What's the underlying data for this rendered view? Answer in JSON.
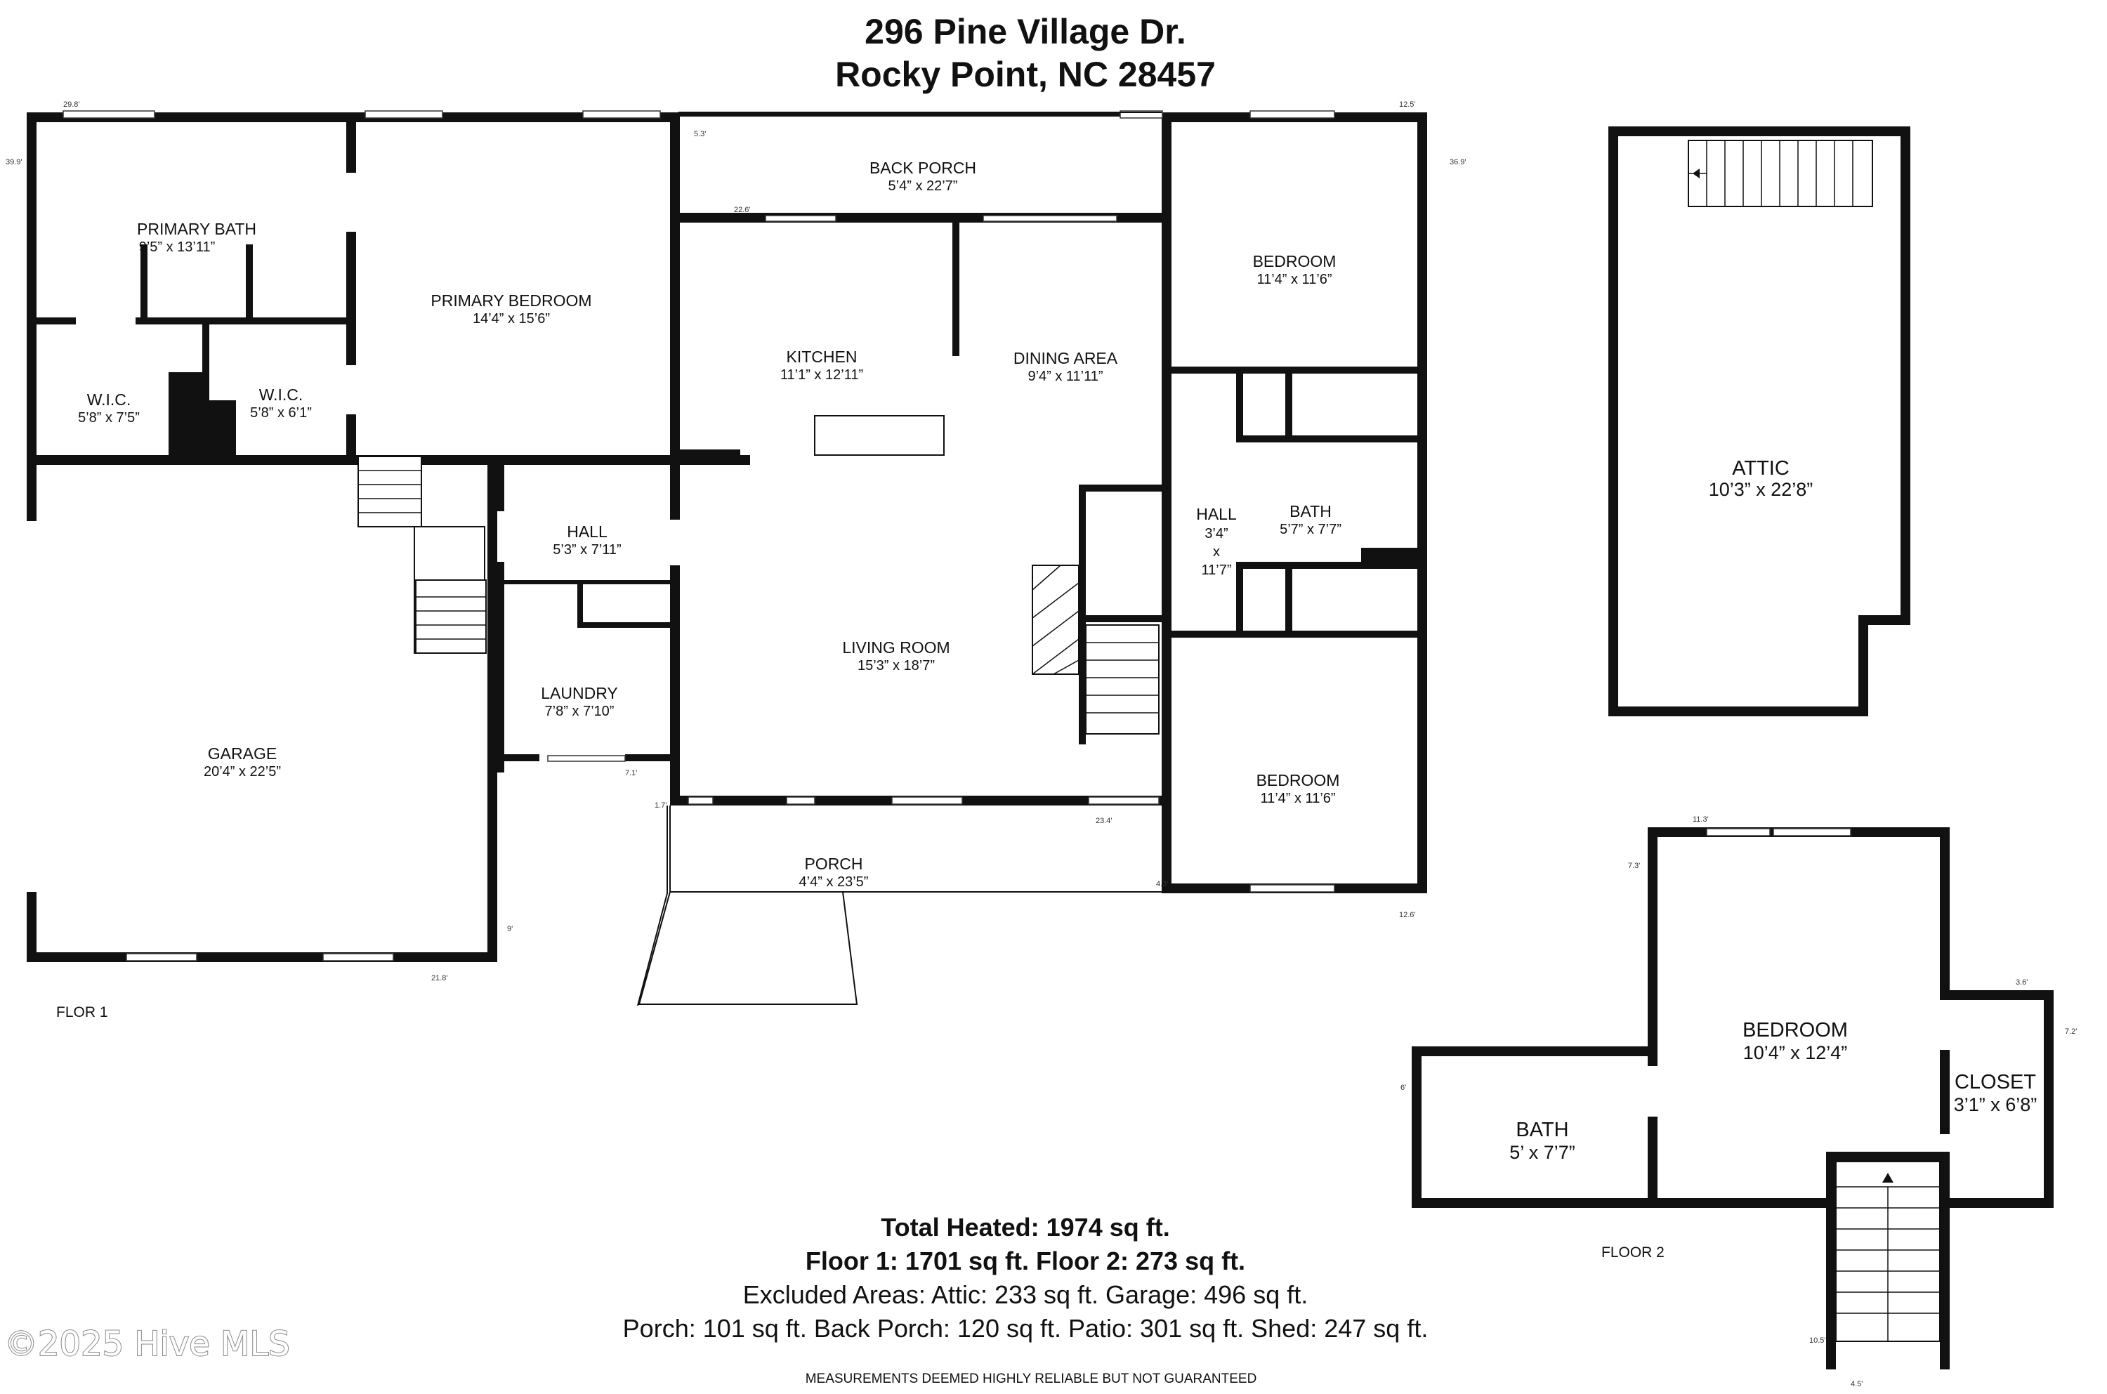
{
  "title": {
    "street": "296 Pine Village Dr.",
    "city": "Rocky Point, NC 28457"
  },
  "rooms": {
    "primary_bath": {
      "name": "PRIMARY BATH",
      "dim": "9’5” x 13’11”"
    },
    "primary_bedroom": {
      "name": "PRIMARY BEDROOM",
      "dim": "14’4” x 15’6”"
    },
    "back_porch": {
      "name": "BACK PORCH",
      "dim": "5’4” x 22’7”"
    },
    "bedroom_1": {
      "name": "BEDROOM",
      "dim": "11’4” x 11’6”"
    },
    "wic_1": {
      "name": "W.I.C.",
      "dim": "5’8” x 7’5”"
    },
    "wic_2": {
      "name": "W.I.C.",
      "dim": "5’8” x 6’1”"
    },
    "kitchen": {
      "name": "KITCHEN",
      "dim": "11’1” x 12’11”"
    },
    "dining_area": {
      "name": "DINING AREA",
      "dim": "9’4” x 11’11”"
    },
    "hall_1": {
      "name": "HALL",
      "dim": "5’3” x 7’11”"
    },
    "hall_2": {
      "name": "HALL",
      "dim_a": "3’4”",
      "dim_x": "x",
      "dim_b": "11’7”"
    },
    "bath_1": {
      "name": "BATH",
      "dim": "5’7” x 7’7”"
    },
    "living_room": {
      "name": "LIVING ROOM",
      "dim": "15’3” x 18’7”"
    },
    "laundry": {
      "name": "LAUNDRY",
      "dim": "7’8” x 7’10”"
    },
    "garage": {
      "name": "GARAGE",
      "dim": "20’4” x 22’5”"
    },
    "bedroom_2": {
      "name": "BEDROOM",
      "dim": "11’4” x 11’6”"
    },
    "porch": {
      "name": "PORCH",
      "dim": "4’4” x 23’5”"
    },
    "attic": {
      "name": "ATTIC",
      "dim": "10’3” x 22’8”"
    },
    "bedroom_up": {
      "name": "BEDROOM",
      "dim": "10’4” x 12’4”"
    },
    "closet": {
      "name": "CLOSET",
      "dim": "3’1” x 6’8”"
    },
    "bath_up": {
      "name": "BATH",
      "dim": "5’ x 7’7”"
    }
  },
  "measures": {
    "m1": "29.8'",
    "m2": "39.9'",
    "m3": "5.3'",
    "m4": "22.6'",
    "m5": "12.5'",
    "m6": "36.9'",
    "m7": "7.1'",
    "m8": "1.7'",
    "m9": "23.4'",
    "m10": "4.3'",
    "m11": "12.6'",
    "m12": "9'",
    "m13": "21.8'",
    "m14": "11.3'",
    "m15": "7.3'",
    "m16": "3.6'",
    "m17": "7.2'",
    "m18": "6'",
    "m19": "10.5'",
    "m20": "4.5'"
  },
  "floors": {
    "floor1": "FLOR 1",
    "floor2": "FLOOR 2"
  },
  "summary": {
    "line1": "Total Heated: 1974 sq ft.",
    "line2": "Floor 1: 1701 sq ft. Floor 2: 273 sq ft.",
    "line3": "Excluded Areas: Attic: 233 sq ft. Garage: 496 sq ft.",
    "line4": "Porch: 101 sq ft. Back Porch: 120 sq ft. Patio: 301 sq ft. Shed: 247 sq ft."
  },
  "disclaimer": "MEASUREMENTS DEEMED HIGHLY RELIABLE BUT NOT GUARANTEED",
  "watermark": "©2025 Hive MLS"
}
